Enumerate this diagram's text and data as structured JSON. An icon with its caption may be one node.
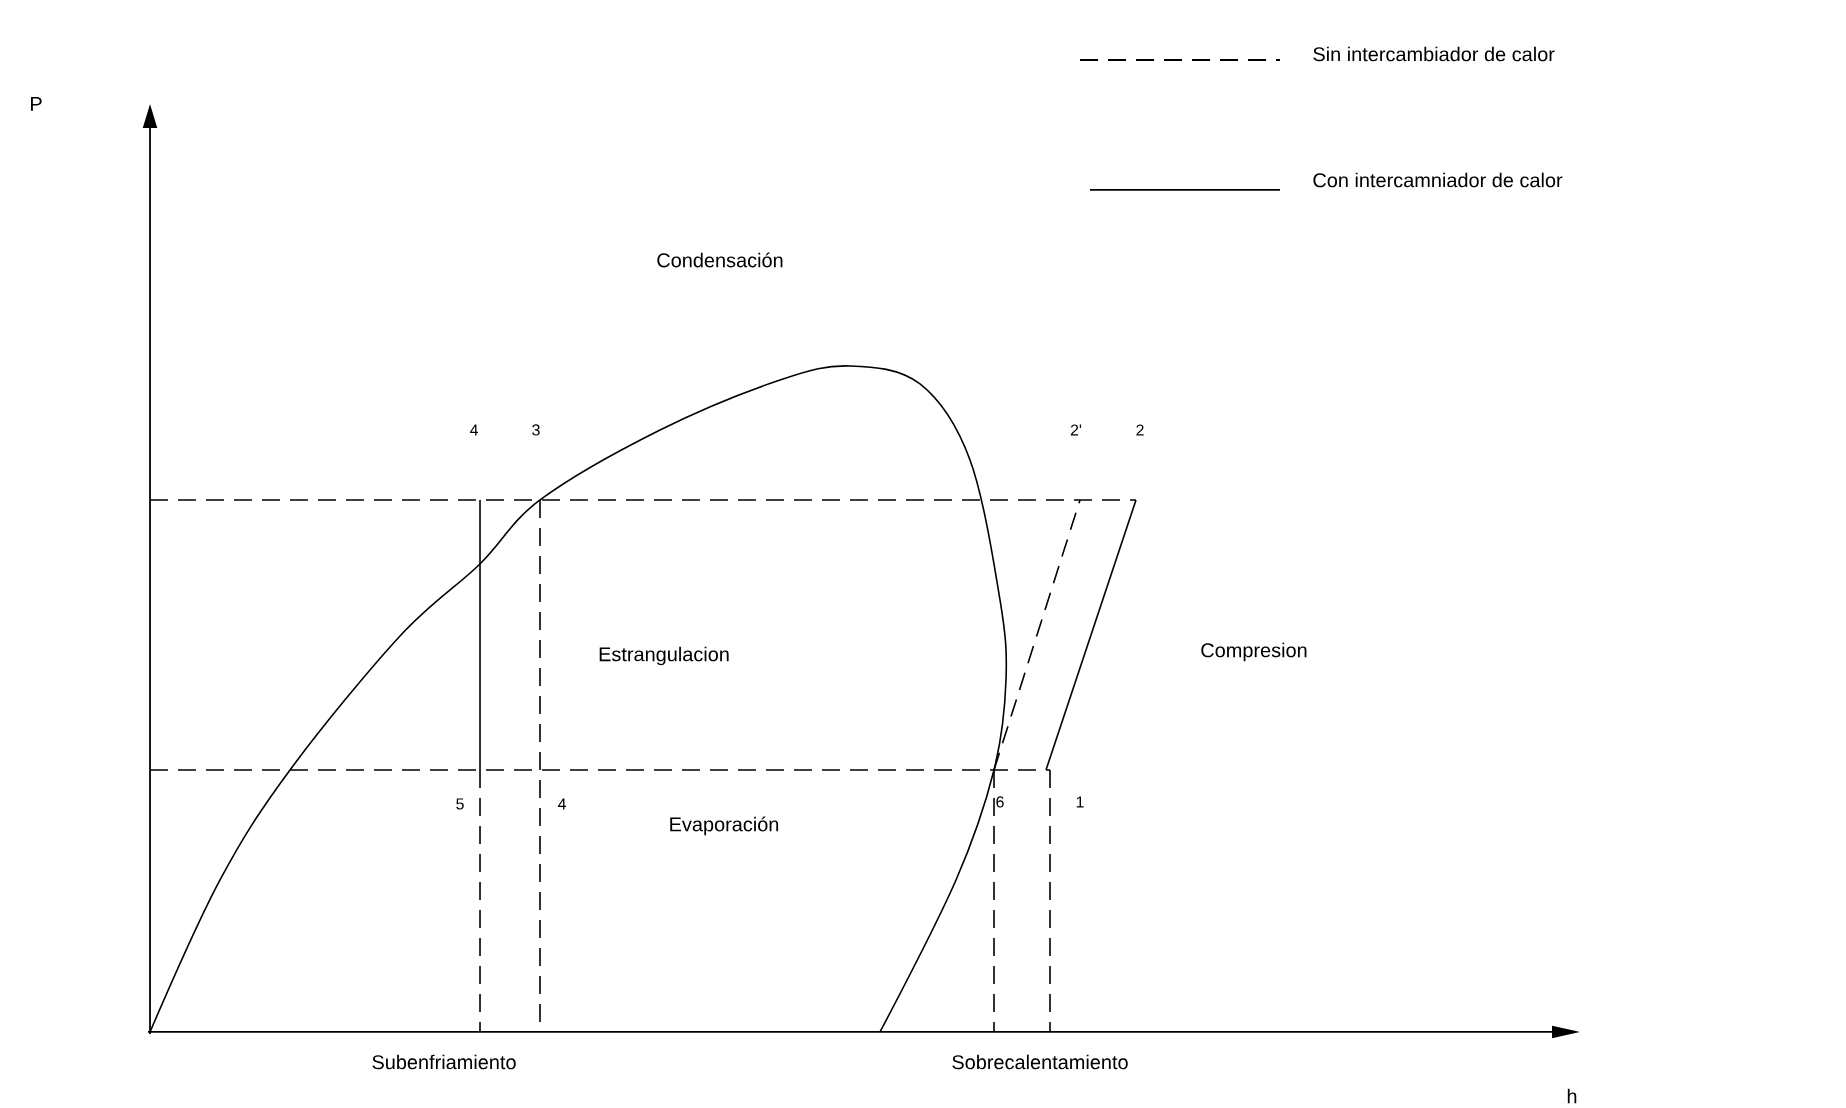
{
  "diagram": {
    "labels": [
      "P",
      "Condensación",
      "4",
      "3",
      "2'",
      "2",
      "Estrangulacion",
      "Compresion",
      "5",
      "4",
      "6",
      "1",
      "Evaporación",
      "Subenfriamiento",
      "Sobrecalentamiento",
      "h"
    ],
    "legend": [
      {
        "text": "Sin intercambiador de calor"
      },
      {
        "text": "Con intercamniador de calor"
      }
    ]
  }
}
